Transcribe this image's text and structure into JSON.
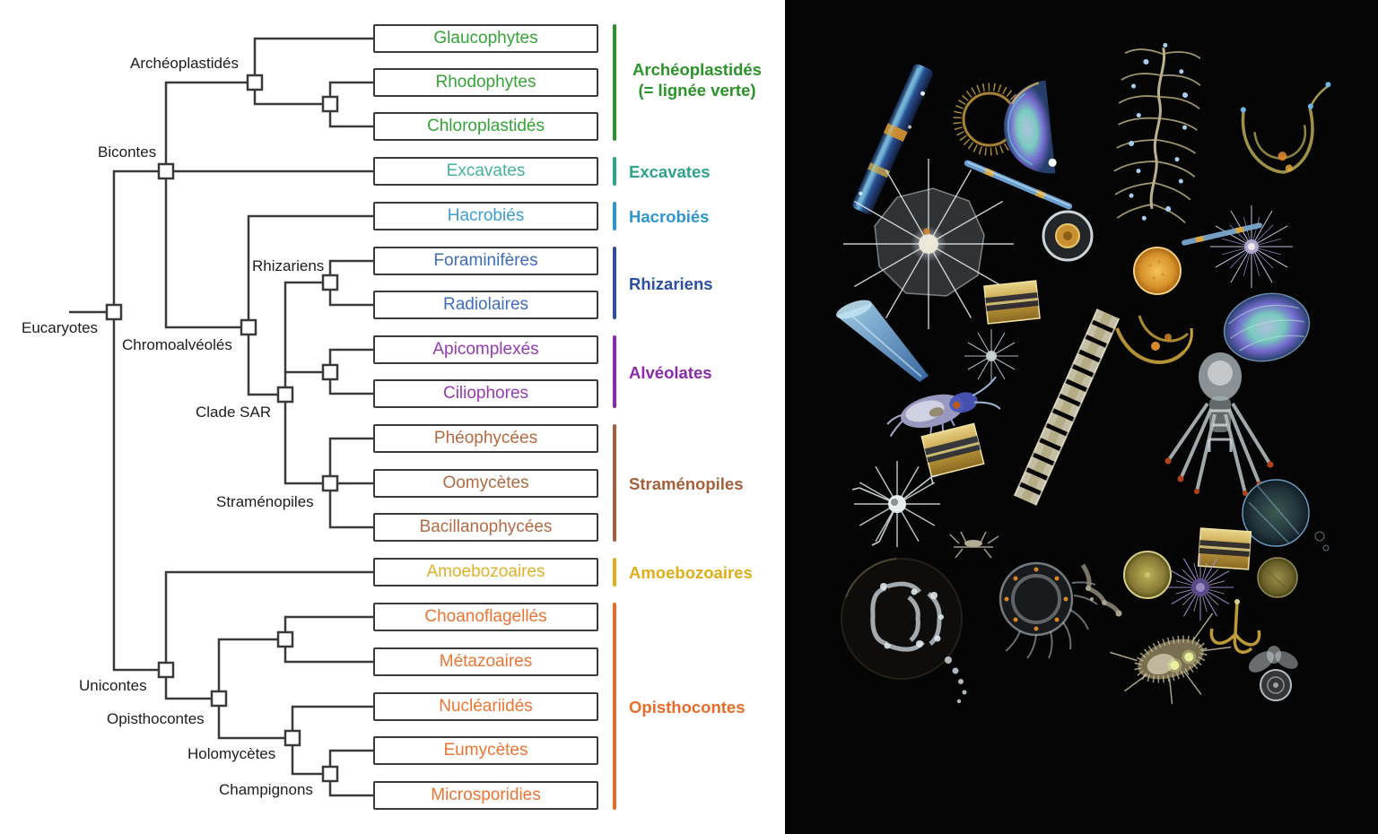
{
  "figure": {
    "type": "phylogenetic tree of eukaryotes with plankton dark-field photo",
    "left_panel_bg": "#ffffff",
    "photo_bg": "#050505",
    "line_color": "#3a3a3a"
  },
  "tree": {
    "labels": {
      "root": "Eucaryotes",
      "bicontes": "Bicontes",
      "archeoplastides": "Archéoplastidés",
      "chromoalveoles": "Chromoalvéolés",
      "clade_sar": "Clade SAR",
      "rhizariens": "Rhizariens",
      "stramenopiles": "Straménopiles",
      "unicontes": "Unicontes",
      "opisthocontes": "Opisthocontes",
      "holomycetes": "Holomycètes",
      "champignons": "Champignons"
    },
    "topology": "Eucaryotes:(Bicontes:(Archéoplastidés:(Glaucophytes,(Rhodophytes,Chloroplastidés)),Excavates,Chromoalvéolés:(Hacrobiés,Clade SAR:(Rhizariens:(Foraminifères,Radiolaires),Alvéolates:(Apicomplexés,Ciliophores),Straménopiles:(Phéophycées,Oomycètes,Bacillanophycées)))),Unicontes:(Amoebozoaires,Opisthocontes:((Choanoflagellés,Métazoaires),Holomycètes:(Nucléariidés,Champignons:(Eumycètes,Microsporidies)))))"
  },
  "taxa": [
    {
      "label": "Glaucophytes",
      "color": "#33a435"
    },
    {
      "label": "Rhodophytes",
      "color": "#33a435"
    },
    {
      "label": "Chloroplastidés",
      "color": "#33a435"
    },
    {
      "label": "Excavates",
      "color": "#46b29c"
    },
    {
      "label": "Hacrobiés",
      "color": "#3d9ed2"
    },
    {
      "label": "Foraminifères",
      "color": "#3e6cbe"
    },
    {
      "label": "Radiolaires",
      "color": "#3e6cbe"
    },
    {
      "label": "Apicomplexés",
      "color": "#9739b5"
    },
    {
      "label": "Ciliophores",
      "color": "#9739b5"
    },
    {
      "label": "Phéophycées",
      "color": "#b46a42"
    },
    {
      "label": "Oomycètes",
      "color": "#b46a42"
    },
    {
      "label": "Bacillanophycées",
      "color": "#b46a42"
    },
    {
      "label": "Amoebozoaires",
      "color": "#e0b02a"
    },
    {
      "label": "Choanoflagellés",
      "color": "#ec7433"
    },
    {
      "label": "Métazoaires",
      "color": "#ec7433"
    },
    {
      "label": "Nucléariidés",
      "color": "#ec7433"
    },
    {
      "label": "Eumycètes",
      "color": "#ec7433"
    },
    {
      "label": "Microsporidies",
      "color": "#ec7433"
    }
  ],
  "groups": [
    {
      "label": "Archéoplastidés",
      "sublabel": "(= lignée verte)",
      "color": "#2a9428"
    },
    {
      "label": "Excavates",
      "color": "#2fa38c"
    },
    {
      "label": "Hacrobiés",
      "color": "#2e96cc"
    },
    {
      "label": "Rhizariens",
      "color": "#2b4fa5"
    },
    {
      "label": "Alvéolates",
      "color": "#8c28ad"
    },
    {
      "label": "Straménopiles",
      "color": "#a8603a"
    },
    {
      "label": "Amoebozoaires",
      "color": "#dfae18"
    },
    {
      "label": "Opisthocontes",
      "color": "#e86c28"
    }
  ],
  "photo": {
    "organisms": [
      "iridescent diatom rod",
      "ciliate ring",
      "iridescent half-dome medusa",
      "needle diatom",
      "radiolarian umbrella",
      "centric disc diatom",
      "chaetoceros chain",
      "ceratium double anchor",
      "orange centric diatom",
      "spiny radiolarian star",
      "blue cone tintinnid",
      "golden box diatoms",
      "copepod",
      "segmented chain diatom",
      "zoea larva",
      "small larva",
      "golden hooks",
      "iridescent ctenophore",
      "phaeodarian lander larva",
      "blue-green sphere",
      "dark medusa",
      "hydromedusa with tentacles",
      "olive disc diatoms",
      "purple urchin star",
      "twig fragment",
      "hairy polychaete larva",
      "golden grapnel",
      "pteropod snail",
      "bubbles"
    ]
  }
}
